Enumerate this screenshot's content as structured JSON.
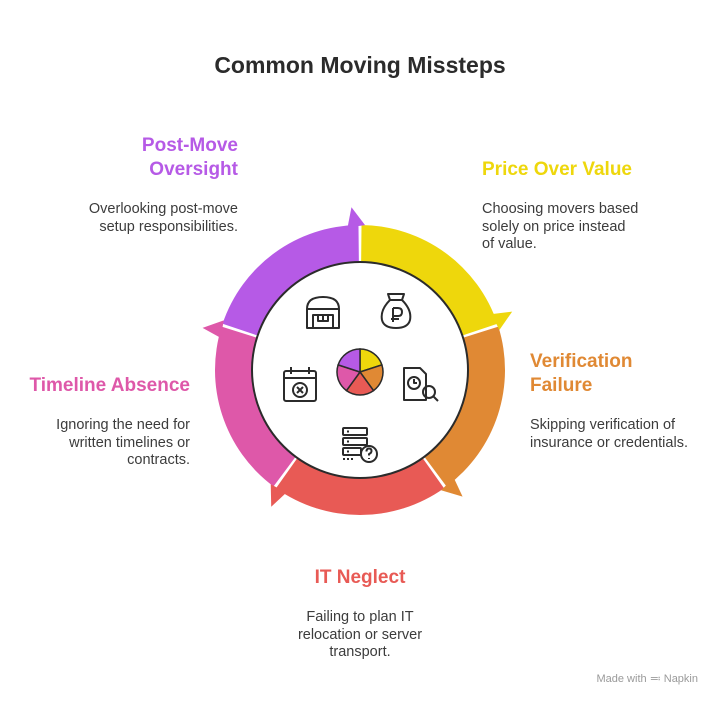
{
  "title": "Common Moving Missteps",
  "steps": [
    {
      "title": "Post-Move Oversight",
      "lines": [
        "Post-Move",
        "Oversight"
      ],
      "description": [
        "Overlooking post-move",
        "setup responsibilities."
      ],
      "color": "#b65ae6",
      "icon": "warehouse-icon"
    },
    {
      "title": "Price Over Value",
      "lines": [
        "Price Over Value"
      ],
      "description": [
        "Choosing movers based",
        "solely on price instead",
        "of value."
      ],
      "color": "#eed70c",
      "icon": "money-bag-icon"
    },
    {
      "title": "Verification Failure",
      "lines": [
        "Verification",
        "Failure"
      ],
      "description": [
        "Skipping verification of",
        "insurance or credentials."
      ],
      "color": "#e08934",
      "icon": "document-search-icon"
    },
    {
      "title": "IT Neglect",
      "lines": [
        "IT Neglect"
      ],
      "description": [
        "Failing to plan IT",
        "relocation or server",
        "transport."
      ],
      "color": "#e85a55",
      "icon": "server-question-icon"
    },
    {
      "title": "Timeline Absence",
      "lines": [
        "Timeline Absence"
      ],
      "description": [
        "Ignoring the need for",
        "written timelines or",
        "contracts."
      ],
      "color": "#de58a9",
      "icon": "calendar-cancel-icon"
    }
  ],
  "footer": {
    "made_with": "Made with",
    "brand": "Napkin"
  }
}
